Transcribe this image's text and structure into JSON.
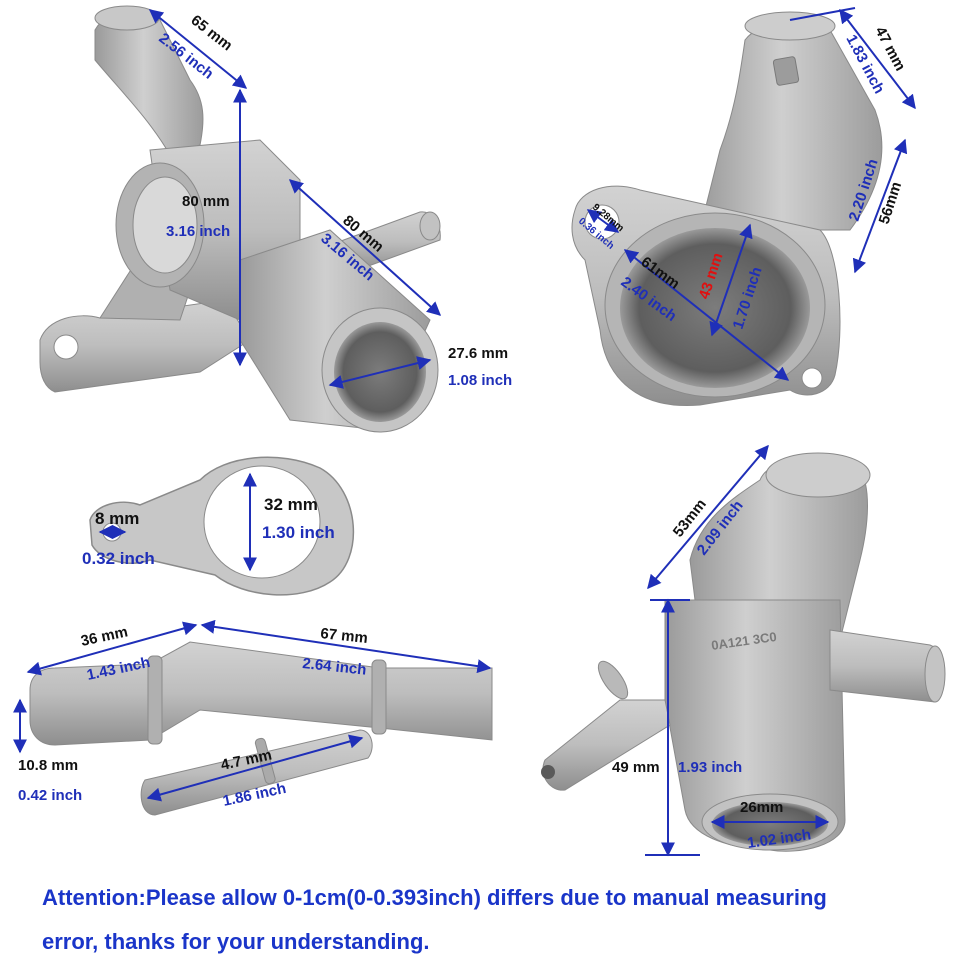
{
  "part1": {
    "top_mm": "65 mm",
    "top_inch": "2.56 inch",
    "height_mm": "80 mm",
    "height_inch": "3.16 inch",
    "length_mm": "80 mm",
    "length_inch": "3.16 inch",
    "outlet_mm": "27.6 mm",
    "outlet_inch": "1.08 inch"
  },
  "part2": {
    "top_mm": "47 mm",
    "top_inch": "1.83 inch",
    "side_mm": "56mm",
    "side_inch": "2.20 inch",
    "hole_mm": "9.28mm",
    "hole_inch": "0.36 inch",
    "diag_mm": "61mm",
    "diag_inch": "2.40 inch",
    "inner_mm": "43 mm",
    "inner_inch": "1.70 inch"
  },
  "gasket": {
    "hole_mm": "8 mm",
    "hole_inch": "0.32 inch",
    "bore_mm": "32 mm",
    "bore_inch": "1.30 inch"
  },
  "hose": {
    "left_mm": "36 mm",
    "left_inch": "1.43 inch",
    "right_mm": "67 mm",
    "right_inch": "2.64 inch",
    "dia_mm": "10.8 mm",
    "dia_inch": "0.42 inch",
    "branch_mm": "4.7 mm",
    "branch_inch": "1.86 inch"
  },
  "part4": {
    "top_mm": "53mm",
    "top_inch": "2.09 inch",
    "height_mm": "49 mm",
    "height_inch": "1.93 inch",
    "outlet_mm": "26mm",
    "outlet_inch": "1.02 inch",
    "casting_mark": "0A121 3C0"
  },
  "notice": {
    "line1": "Attention:Please allow 0-1cm(0-0.393inch) differs due to manual measuring",
    "line2": "error, thanks for your understanding."
  },
  "colors": {
    "metal": "#b9b9b9",
    "metal_dark": "#8f8f8f",
    "dimension_line": "#1f2fb8",
    "inch_text": "#1f2fb8",
    "notice_text": "#1a35c9"
  }
}
